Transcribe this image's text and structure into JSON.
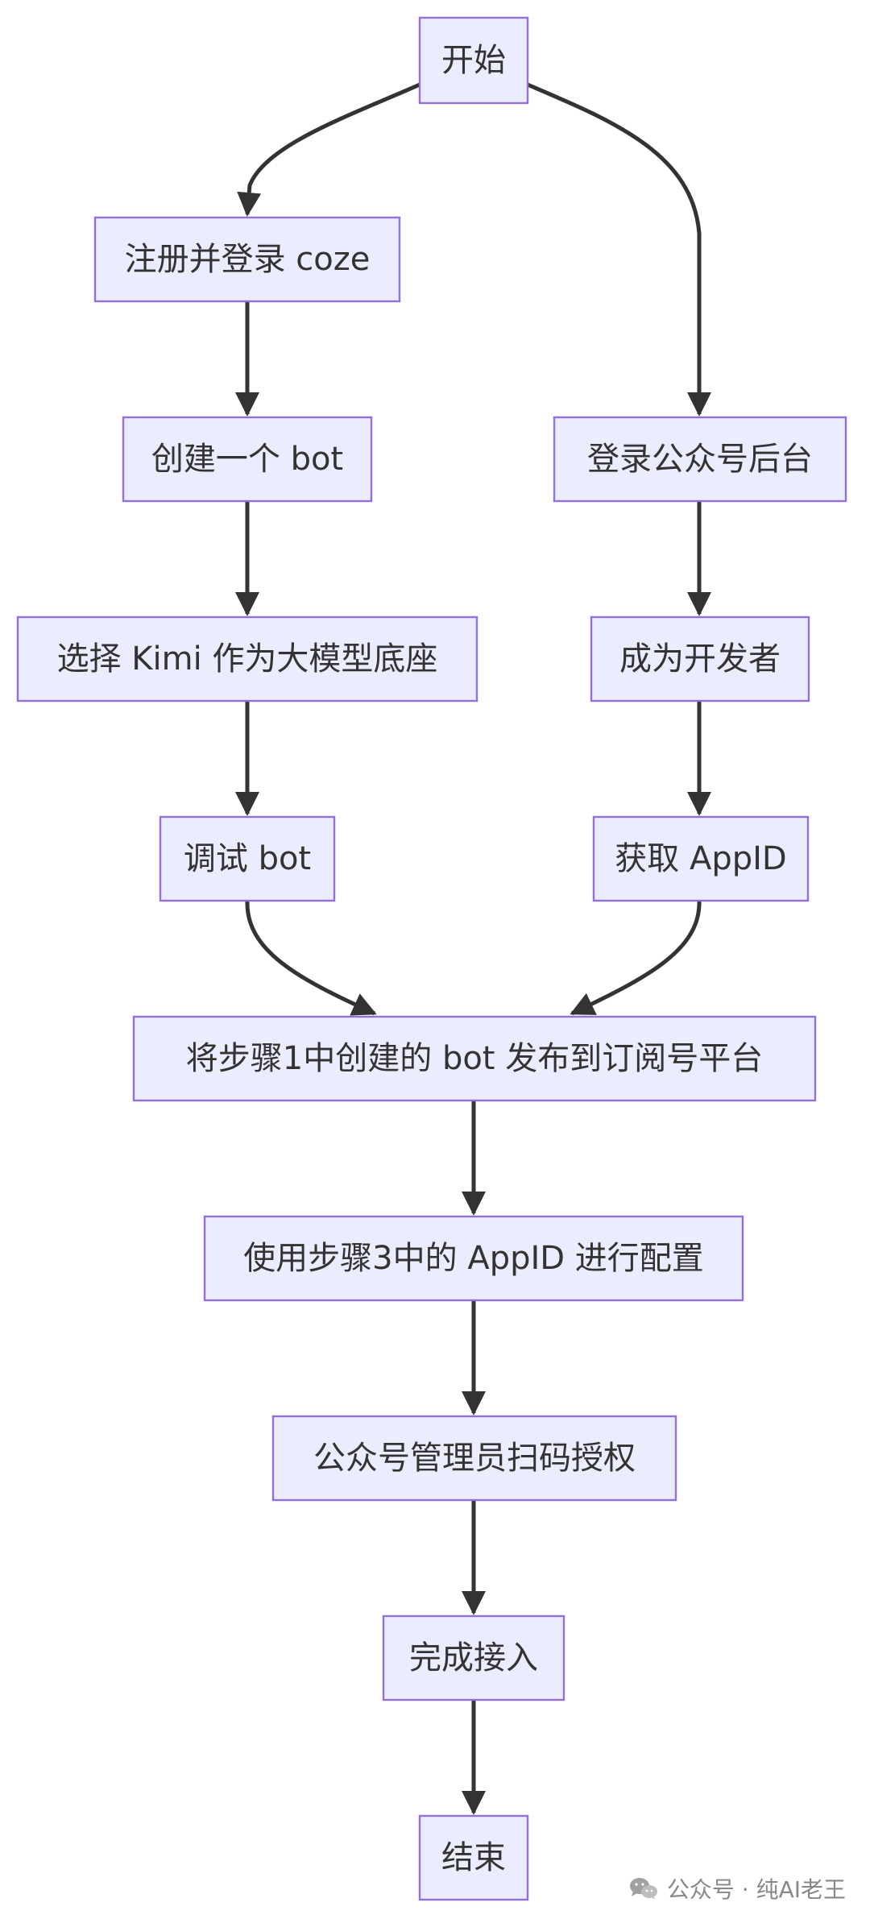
{
  "diagram": {
    "nodes": {
      "start": "开始",
      "register_coze": "注册并登录 coze",
      "create_bot": "创建一个 bot",
      "choose_kimi": "选择 Kimi 作为大模型底座",
      "debug_bot": "调试 bot",
      "login_mp": "登录公众号后台",
      "become_dev": "成为开发者",
      "get_appid": "获取 AppID",
      "publish": "将步骤1中创建的 bot 发布到订阅号平台",
      "configure": "使用步骤3中的 AppID 进行配置",
      "authorize": "公众号管理员扫码授权",
      "finish": "完成接入",
      "end": "结束"
    },
    "edges": [
      [
        "start",
        "register_coze"
      ],
      [
        "start",
        "login_mp"
      ],
      [
        "register_coze",
        "create_bot"
      ],
      [
        "create_bot",
        "choose_kimi"
      ],
      [
        "choose_kimi",
        "debug_bot"
      ],
      [
        "login_mp",
        "become_dev"
      ],
      [
        "become_dev",
        "get_appid"
      ],
      [
        "debug_bot",
        "publish"
      ],
      [
        "get_appid",
        "publish"
      ],
      [
        "publish",
        "configure"
      ],
      [
        "configure",
        "authorize"
      ],
      [
        "authorize",
        "finish"
      ],
      [
        "finish",
        "end"
      ]
    ]
  },
  "watermark": {
    "icon": "wechat-icon",
    "text": "公众号 · 纯AI老王"
  }
}
